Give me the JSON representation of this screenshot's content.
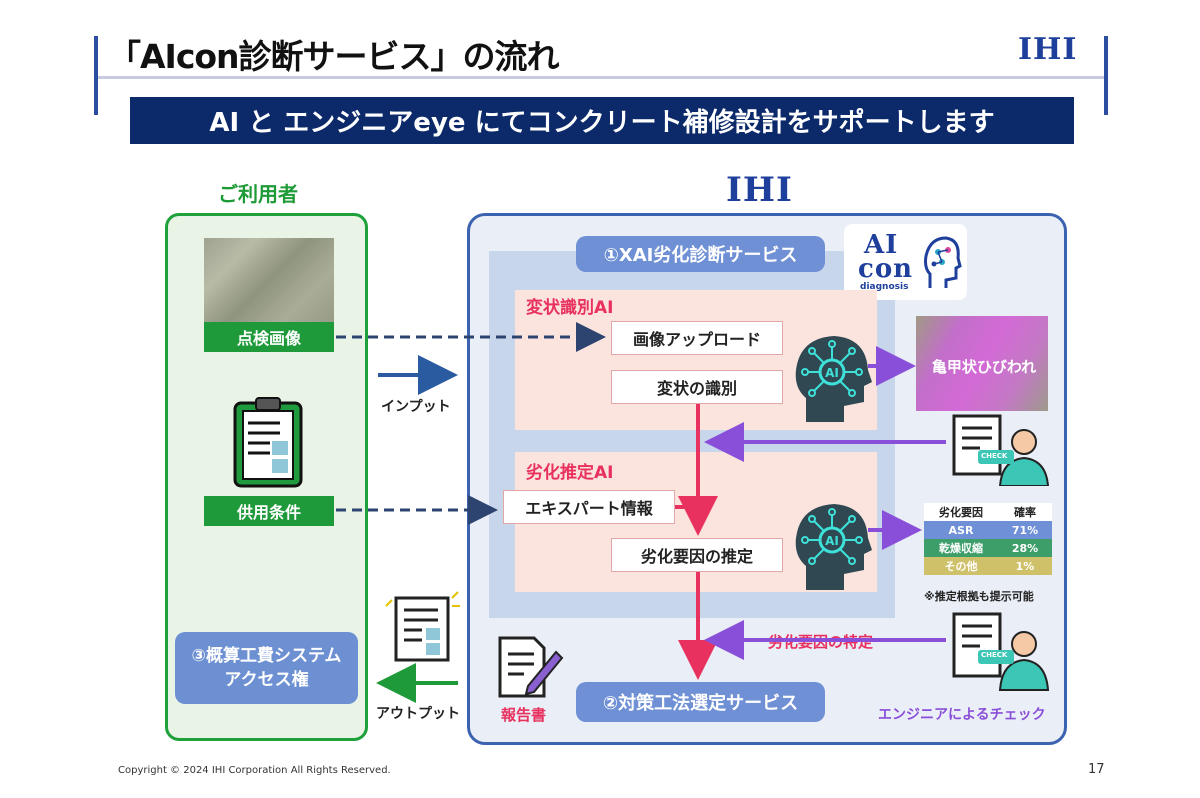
{
  "header": {
    "title": "「AIcon診断サービス」の流れ",
    "logo_top": "IHI",
    "banner": "AI と エンジニアeye にてコンクリート補修設計をサポートします"
  },
  "user_section": {
    "label": "ご利用者",
    "inspection_image_label": "点検画像",
    "service_conditions_label": "供用条件",
    "cost_system_line1": "③概算工費システム",
    "cost_system_line2": "アクセス権"
  },
  "ihi_section": {
    "logo": "IHI",
    "xai_service": "①XAI劣化診断サービス",
    "aicon_logo_line1": "AI",
    "aicon_logo_line2": "con",
    "aicon_logo_line3": "diagnosis",
    "deformation_ai": "変状識別AI",
    "image_upload": "画像アップロード",
    "deformation_identify": "変状の識別",
    "degradation_ai": "劣化推定AI",
    "expert_info": "エキスパート情報",
    "cause_estimate": "劣化要因の推定",
    "countermeasure_service": "②対策工法選定サービス",
    "report_label": "報告書",
    "cause_identified": "劣化要因の特定",
    "engineer_check": "エンジニアによるチェック",
    "crack_label": "亀甲状ひびわれ",
    "check_badge": "CHECK"
  },
  "flow_labels": {
    "input": "インプット",
    "output": "アウトプット"
  },
  "probability_table": {
    "headers": [
      "劣化要因",
      "確率"
    ],
    "rows": [
      {
        "cause": "ASR",
        "prob": "71%"
      },
      {
        "cause": "乾燥収縮",
        "prob": "28%"
      },
      {
        "cause": "その他",
        "prob": "1%"
      }
    ],
    "note": "※推定根拠も提示可能"
  },
  "footer": {
    "copyright": "Copyright © 2024  IHI Corporation All Rights Reserved.",
    "page_number": "17"
  },
  "colors": {
    "navy": "#0c2a6a",
    "green": "#1e9a3a",
    "blue": "#3b63b0",
    "pink": "#e8315f",
    "purple": "#8a4fd8",
    "dashed": "#2d4470"
  },
  "icons": [
    "ai-head-icon",
    "clipboard-icon",
    "report-icon",
    "engineer-check-icon",
    "document-icon"
  ]
}
